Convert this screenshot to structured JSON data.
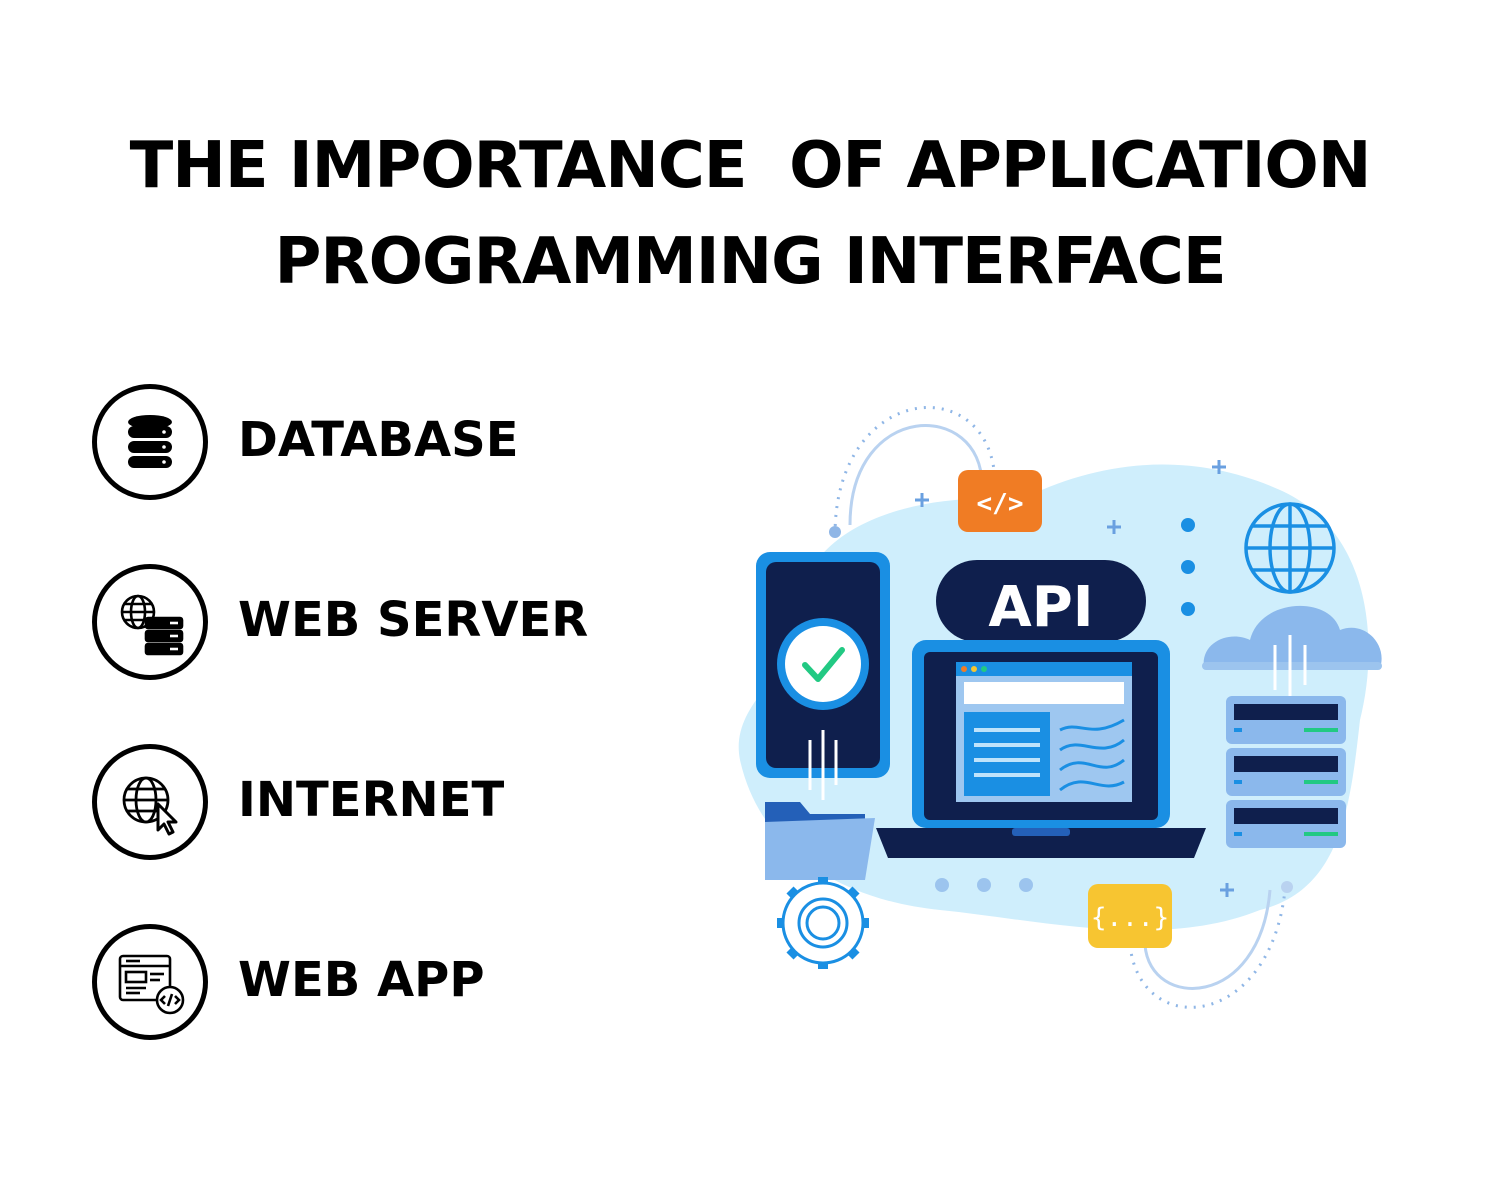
{
  "title": {
    "line1": "THE IMPORTANCE  OF APPLICATION",
    "line2": "PROGRAMMING INTERFACE"
  },
  "features": [
    {
      "label": "DATABASE",
      "icon": "database-icon"
    },
    {
      "label": "WEB SERVER",
      "icon": "web-server-icon"
    },
    {
      "label": "INTERNET",
      "icon": "internet-icon"
    },
    {
      "label": "WEB APP",
      "icon": "web-app-icon"
    }
  ],
  "illustration": {
    "api_label": "API",
    "code_badge": "</>",
    "json_badge": "{...}",
    "colors": {
      "navy": "#0f1f4d",
      "blue": "#1a8fe3",
      "light_blue": "#cfeefc",
      "orange": "#f07c24",
      "yellow": "#f7c531",
      "green": "#22c983"
    }
  }
}
